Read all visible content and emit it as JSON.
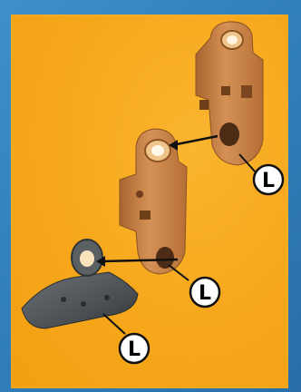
{
  "callouts": [
    {
      "label": "L"
    },
    {
      "label": "L"
    },
    {
      "label": "L"
    }
  ],
  "colors": {
    "background": "#2f7cb7",
    "panel": "#f6a71a",
    "part_orange": "#c98548",
    "part_dark": "#4f5559",
    "badge_fill": "#ffffff"
  }
}
